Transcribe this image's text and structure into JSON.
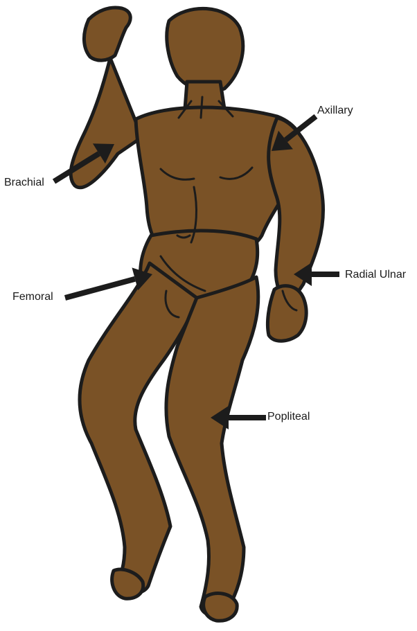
{
  "colors": {
    "skin": "#7a5226",
    "outline": "#1c1c1c",
    "arrow": "#1c1c1c",
    "background": "#ffffff"
  },
  "labels": {
    "brachial": "Brachial",
    "axillary": "Axillary",
    "femoral": "Femoral",
    "radial_ulnar": "Radial Ulnar",
    "popliteal": "Popliteal"
  }
}
